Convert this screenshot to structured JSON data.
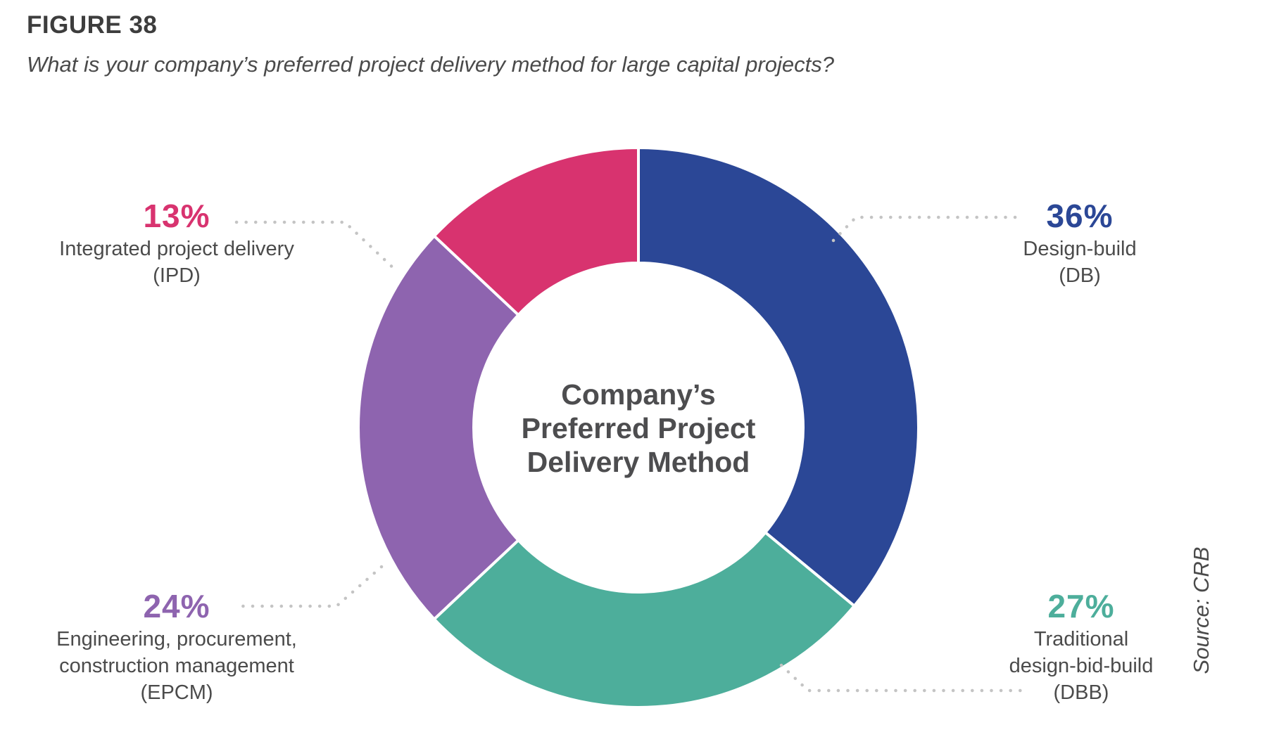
{
  "figure": {
    "label": "FIGURE 38",
    "question": "What is your company’s preferred project delivery method for large capital projects?",
    "source": "Source: CRB"
  },
  "chart_data": {
    "type": "pie",
    "variant": "donut",
    "title": "Company’s Preferred Project Delivery Method",
    "center_label_lines": [
      "Company’s",
      "Preferred Project",
      "Delivery Method"
    ],
    "start_angle_deg": 0,
    "direction": "clockwise",
    "legend_position": "callouts-around-donut",
    "total_pct": 100,
    "slices": [
      {
        "name": "Design-build",
        "abbr": "DB",
        "value_pct": 36,
        "display_value": "36%",
        "color": "#2b4796",
        "callout_side": "right-top",
        "label_lines": [
          "Design-build",
          "(DB)"
        ]
      },
      {
        "name": "Traditional design-bid-build",
        "abbr": "DBB",
        "value_pct": 27,
        "display_value": "27%",
        "color": "#4dae9b",
        "callout_side": "right-bottom",
        "label_lines": [
          "Traditional",
          "design-bid-build",
          "(DBB)"
        ]
      },
      {
        "name": "Engineering, procurement, construction management",
        "abbr": "EPCM",
        "value_pct": 24,
        "display_value": "24%",
        "color": "#8e64af",
        "callout_side": "left-bottom",
        "label_lines": [
          "Engineering, procurement,",
          "construction management",
          "(EPCM)"
        ]
      },
      {
        "name": "Integrated project delivery",
        "abbr": "IPD",
        "value_pct": 13,
        "display_value": "13%",
        "color": "#d8336f",
        "callout_side": "left-top",
        "label_lines": [
          "Integrated project delivery",
          "(IPD)"
        ]
      }
    ]
  }
}
